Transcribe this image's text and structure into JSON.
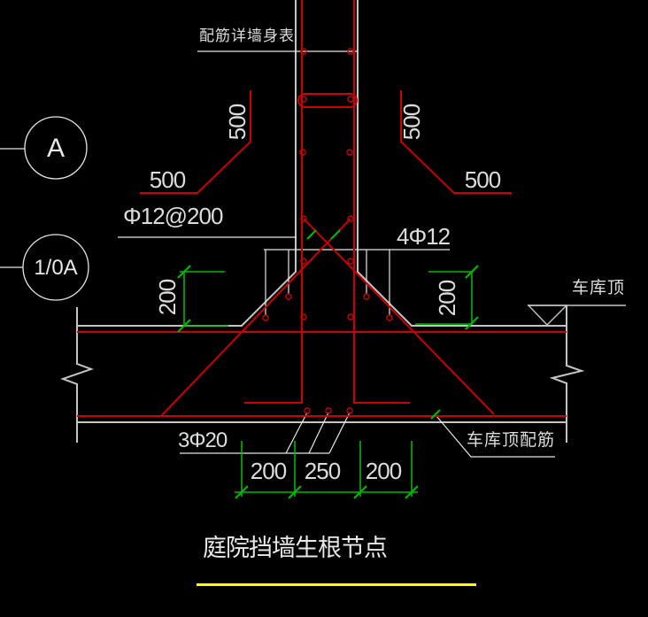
{
  "drawing": {
    "title": "庭院挡墙生根节点",
    "axis_bubbles": {
      "top": "A",
      "bottom": "1/0A"
    },
    "labels": {
      "wall_rebar_note": "配筋详墙身表",
      "diagonal_bars": "Φ12@200",
      "dowel_bars": "4Φ12",
      "slab_bottom_bars": "3Φ20",
      "garage_roof": "车库顶",
      "garage_roof_rebar": "车库顶配筋"
    },
    "dimensions": {
      "left_bend_vertical": "500",
      "left_bend_horizontal": "500",
      "right_bend_vertical": "500",
      "right_bend_horizontal": "500",
      "left_haunch_height": "200",
      "right_haunch_height": "200",
      "bottom_left": "200",
      "bottom_middle": "250",
      "bottom_right": "200"
    },
    "colors": {
      "background": "#000000",
      "outline": "#c4c4c4",
      "leader": "#e6e6e6",
      "rebar": "#cc0000",
      "dimension": "#00b800",
      "text": "#dcdcdc",
      "title_underline": "#ffff00"
    }
  }
}
